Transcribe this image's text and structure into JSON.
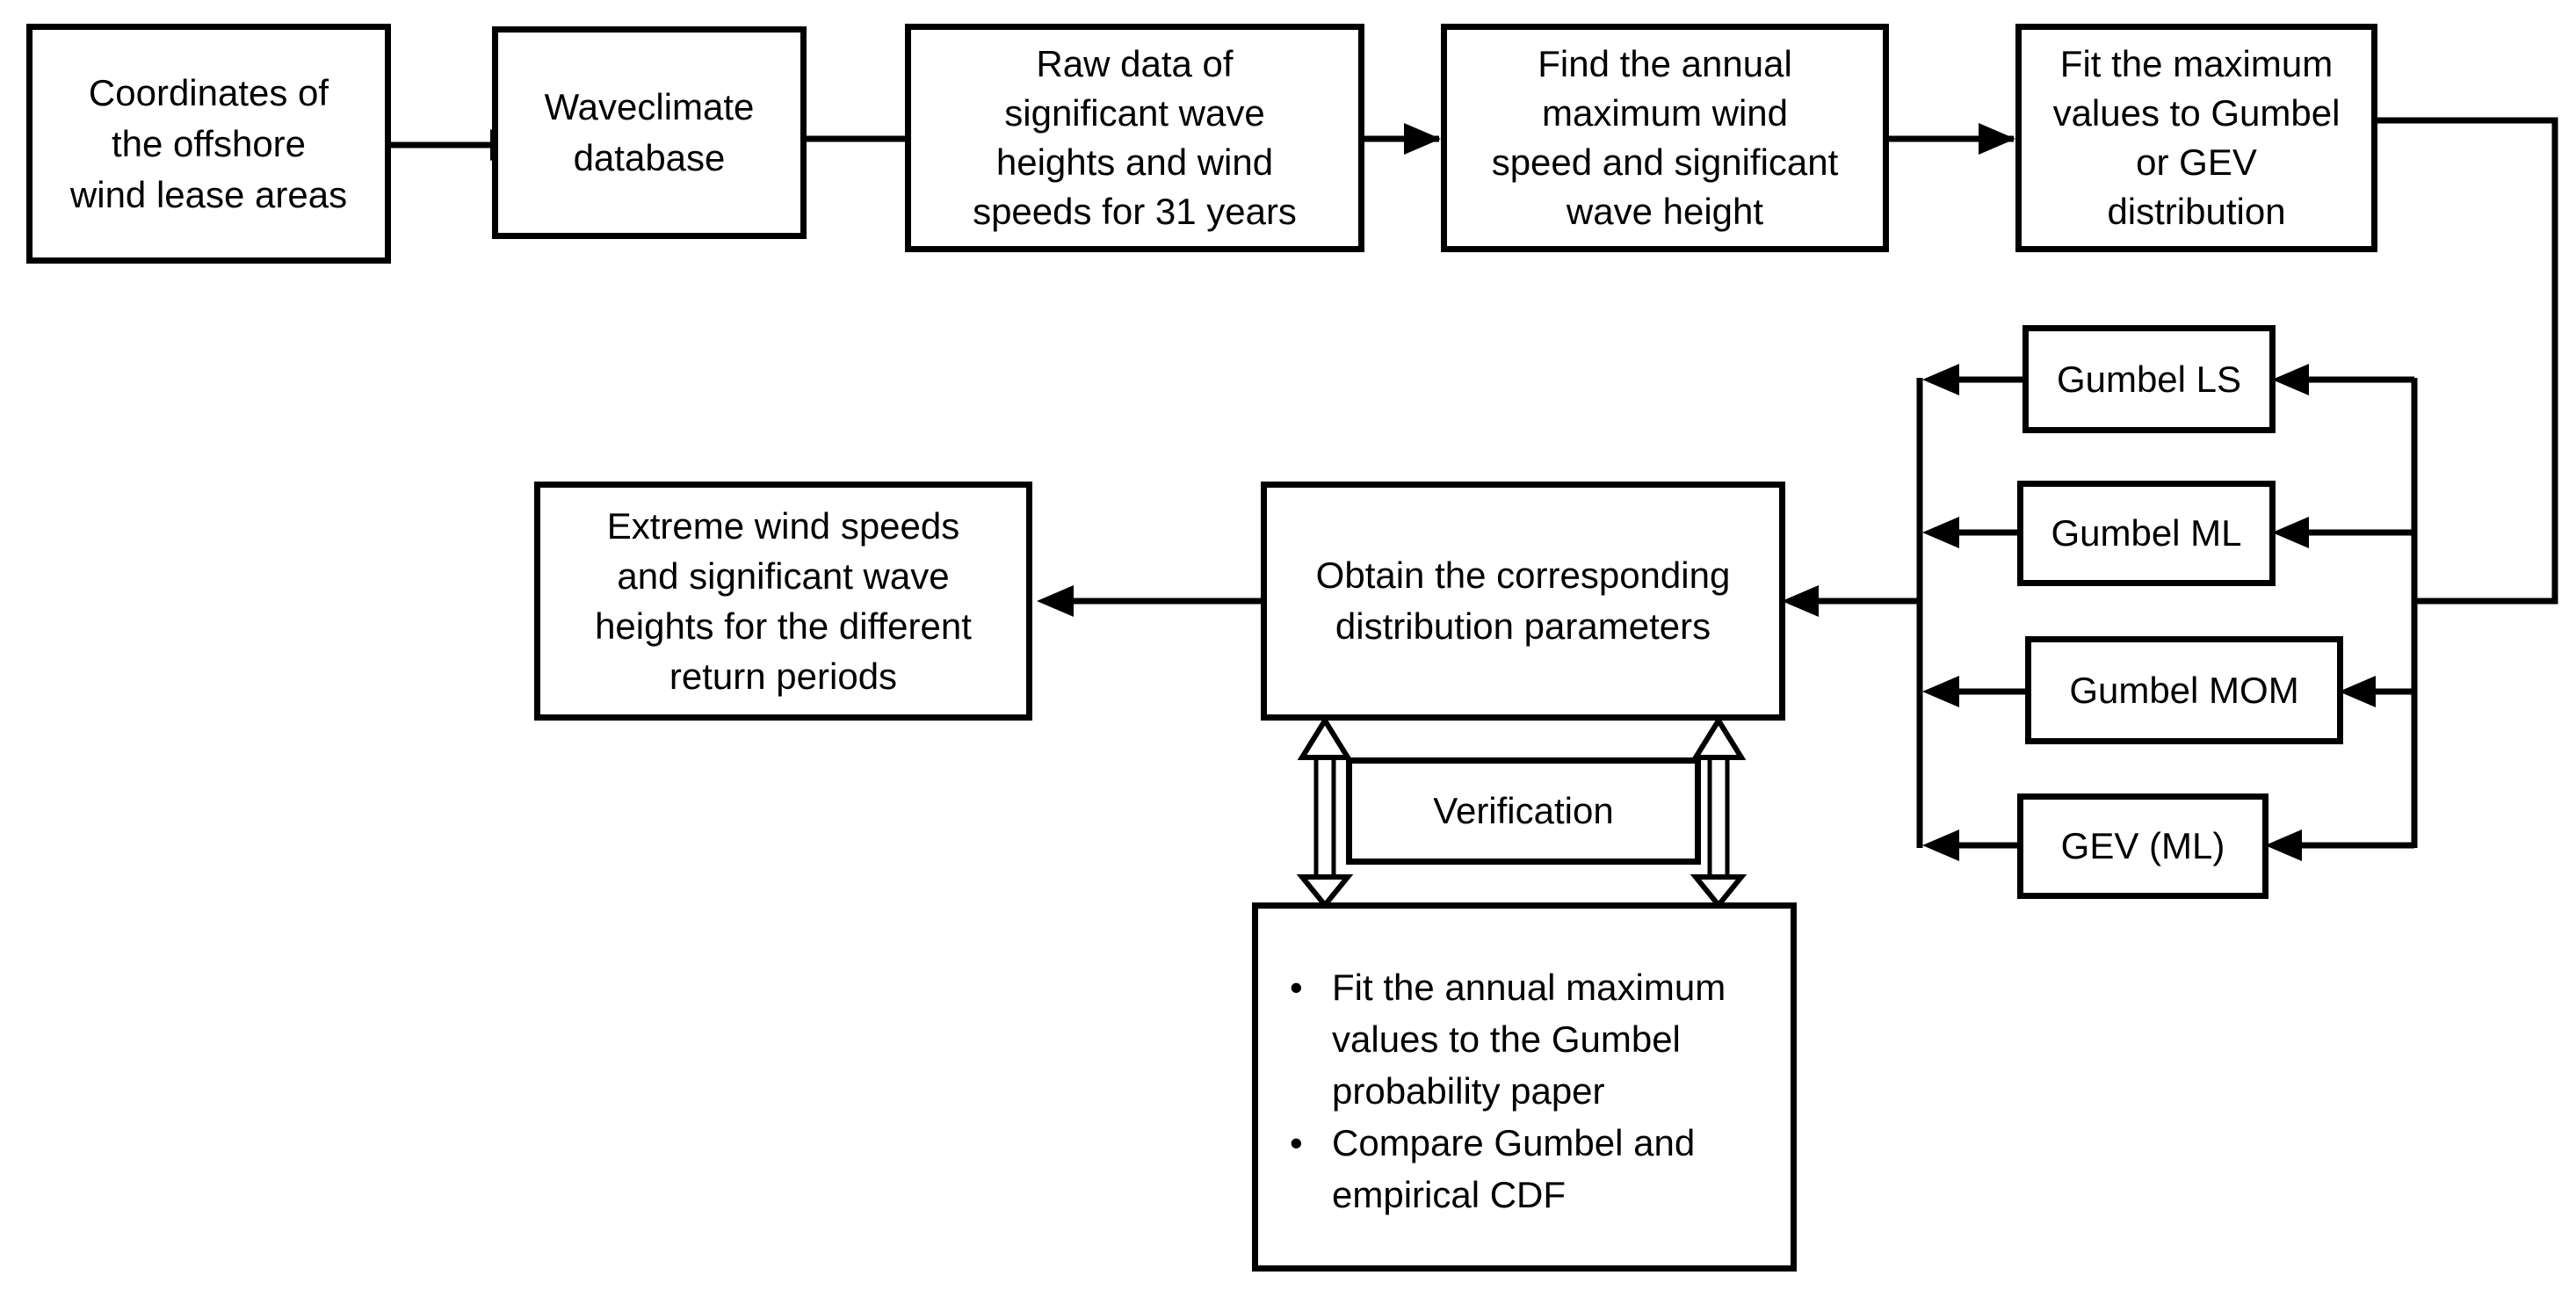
{
  "nodes": {
    "coords": "Coordinates of\nthe offshore\nwind lease areas",
    "waveclimate": "Waveclimate\ndatabase",
    "rawdata": "Raw data of\nsignificant wave\nheights and wind\nspeeds for 31 years",
    "annualmax": "Find the annual\nmaximum wind\nspeed and significant\nwave height",
    "fit": "Fit the maximum\nvalues to Gumbel\nor GEV\ndistribution",
    "gumbel_ls": "Gumbel LS",
    "gumbel_ml": "Gumbel ML",
    "gumbel_mom": "Gumbel MOM",
    "gev_ml": "GEV (ML)",
    "params": "Obtain the corresponding\ndistribution parameters",
    "extreme": "Extreme wind speeds\nand significant wave\nheights for the different\nreturn periods",
    "verification": "Verification",
    "verify_items": [
      "Fit the annual maximum\nvalues to the Gumbel\nprobability paper",
      "Compare Gumbel and\nempirical CDF"
    ]
  }
}
